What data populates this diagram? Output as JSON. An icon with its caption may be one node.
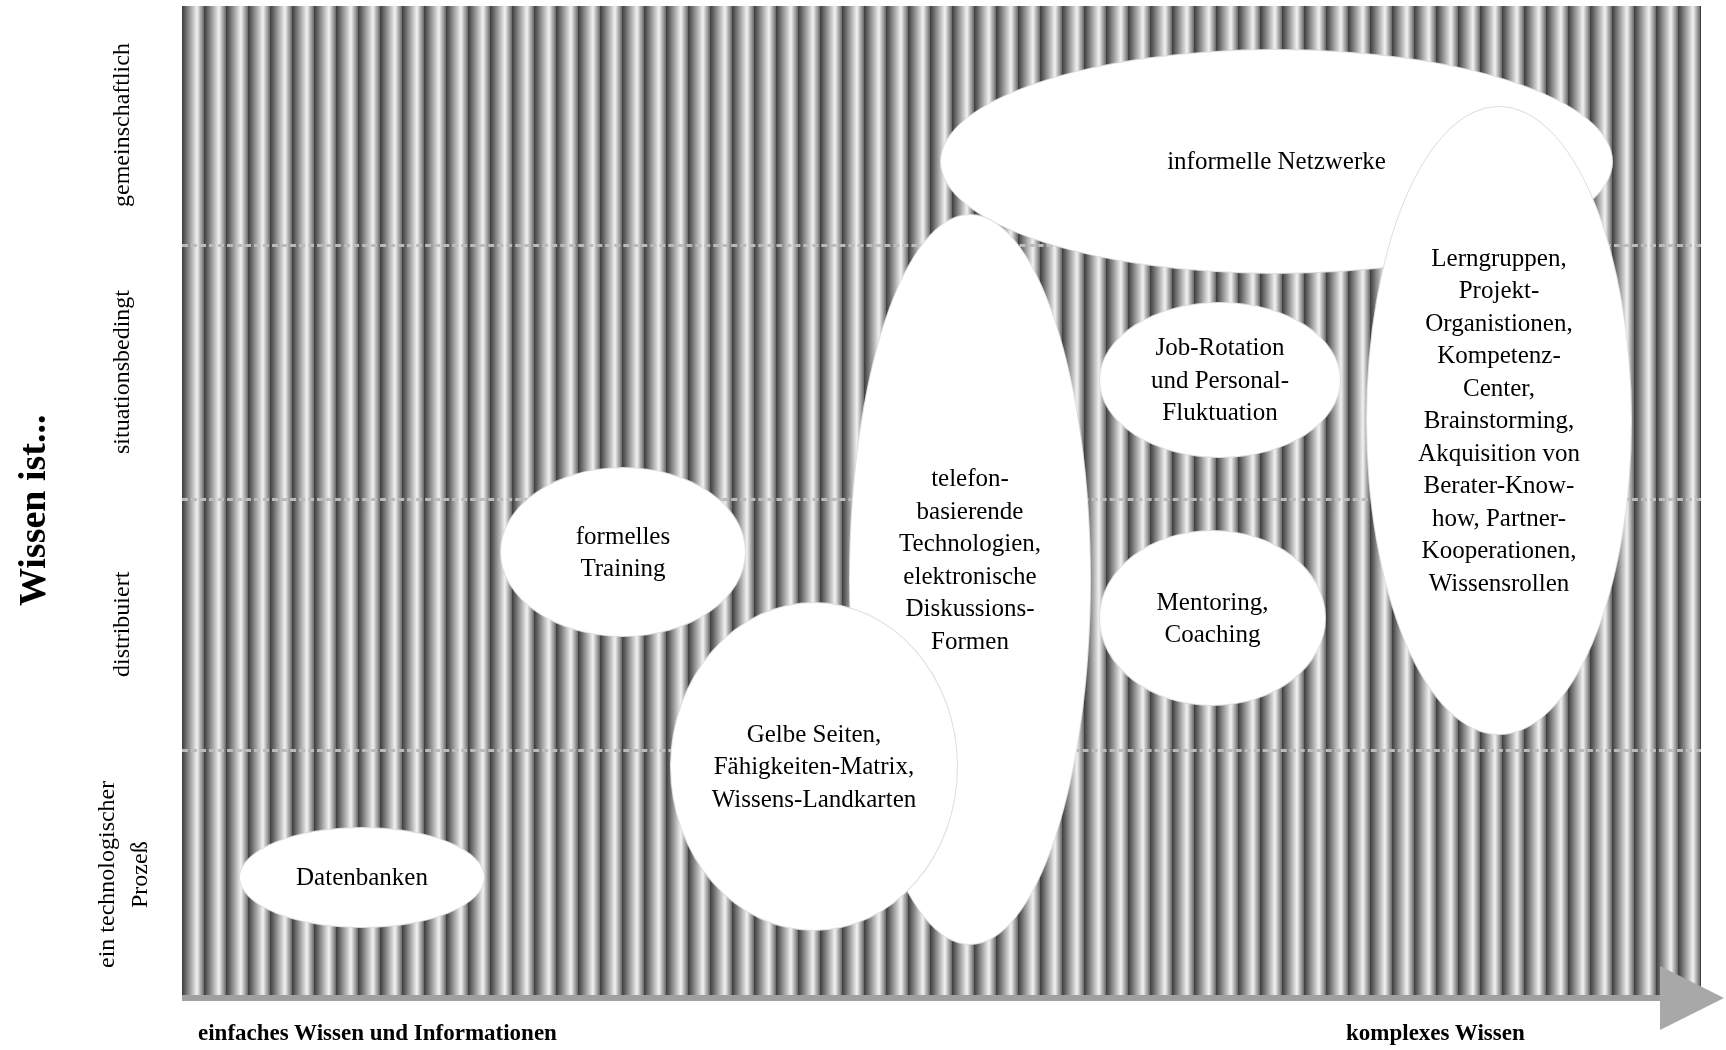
{
  "diagram": {
    "nodes": [
      {
        "text": [
          "informelle Netzwerke"
        ]
      },
      {
        "text": [
          "Lerngruppen, Projekt-Organistionen, Kompetenz-Center, Brainstorming, Akquisition von Berater-Know-how, Partner-Kooperationen, Wissensrollen"
        ]
      },
      {
        "text": [
          "Job-Rotation und Personal-Fluktuation"
        ]
      },
      {
        "text": [
          "telefon-basierende Technologien, elektronische Diskussions-Formen"
        ]
      },
      {
        "text": [
          "formelles Training"
        ]
      },
      {
        "text": [
          "Mentoring, Coaching"
        ]
      },
      {
        "text": [
          "Gelbe Seiten, Fähigkeiten-Matrix, Wissens-Landkarten"
        ]
      },
      {
        "text": [
          "Datenbanken"
        ]
      }
    ],
    "edges": [],
    "labels": [
      "Wissen ist...",
      "gemeinschaftlich",
      "situationsbedingt",
      "distribuiert",
      "ein technologischer Prozeß",
      "einfaches Wissen und Informationen",
      "komplexes Wissen"
    ]
  }
}
